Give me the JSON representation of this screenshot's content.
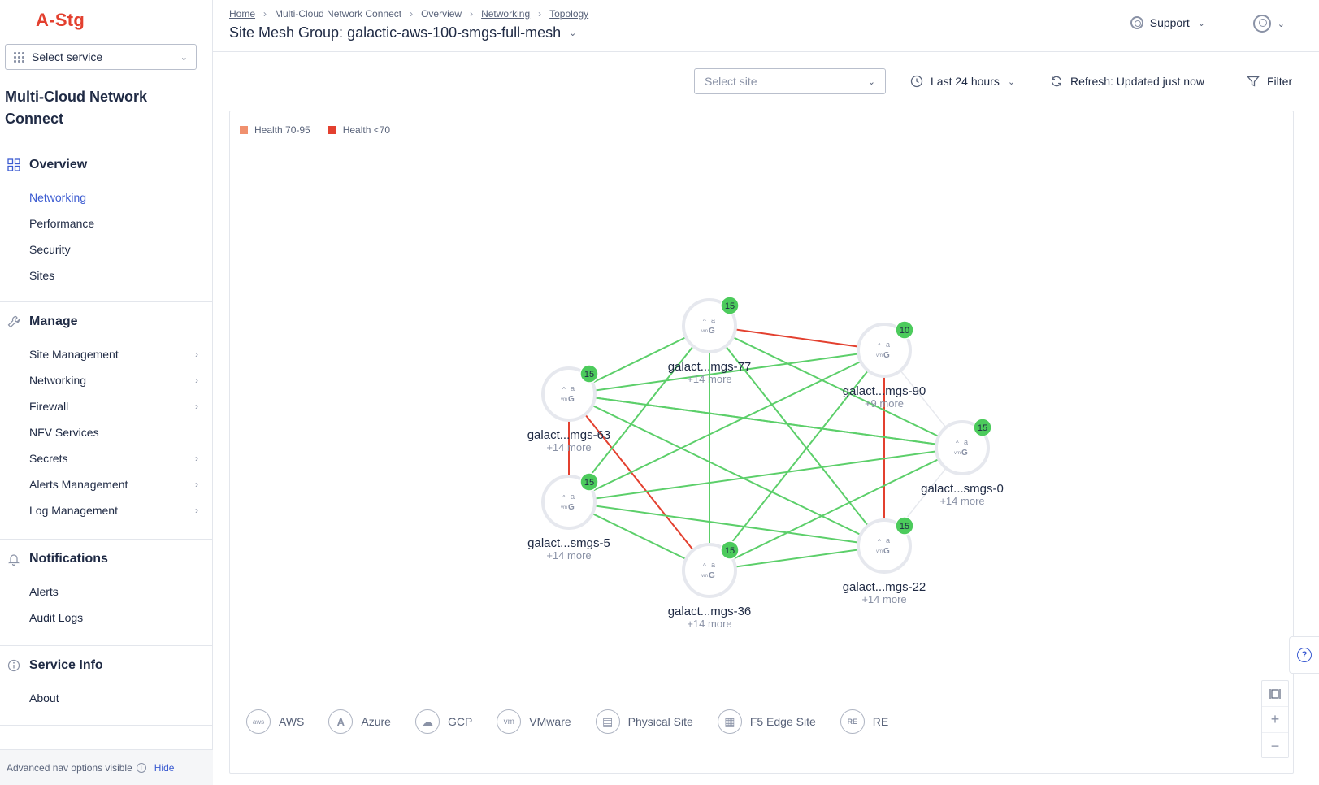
{
  "brand": "A-Stg",
  "sidebar": {
    "select_service": "Select service",
    "workspace_title": "Multi-Cloud Network Connect",
    "sections": [
      {
        "title": "Overview",
        "icon": "grid-icon",
        "items": [
          {
            "label": "Networking",
            "active": true
          },
          {
            "label": "Performance"
          },
          {
            "label": "Security"
          },
          {
            "label": "Sites"
          }
        ]
      },
      {
        "title": "Manage",
        "icon": "wrench-icon",
        "items": [
          {
            "label": "Site Management",
            "arrow": true
          },
          {
            "label": "Networking",
            "arrow": true
          },
          {
            "label": "Firewall",
            "arrow": true
          },
          {
            "label": "NFV Services"
          },
          {
            "label": "Secrets",
            "arrow": true
          },
          {
            "label": "Alerts Management",
            "arrow": true
          },
          {
            "label": "Log Management",
            "arrow": true
          }
        ]
      },
      {
        "title": "Notifications",
        "icon": "bell-icon",
        "items": [
          {
            "label": "Alerts"
          },
          {
            "label": "Audit Logs"
          }
        ]
      },
      {
        "title": "Service Info",
        "icon": "info-icon",
        "items": [
          {
            "label": "About"
          }
        ]
      }
    ],
    "advanced_text": "Advanced nav options visible",
    "hide_label": "Hide"
  },
  "header": {
    "breadcrumbs": [
      "Home",
      "Multi-Cloud Network Connect",
      "Overview",
      "Networking",
      "Topology"
    ],
    "title": "Site Mesh Group: galactic-aws-100-smgs-full-mesh",
    "support": "Support"
  },
  "toolbar": {
    "site_placeholder": "Select site",
    "time_range": "Last 24 hours",
    "refresh": "Refresh: Updated just now",
    "filter": "Filter"
  },
  "legend": [
    {
      "label": "Health 70-95",
      "color": "#f0906e"
    },
    {
      "label": "Health <70",
      "color": "#e3402f"
    }
  ],
  "topology": {
    "nodes": [
      {
        "id": "n77",
        "name": "galact...mgs-77",
        "more": "+14 more",
        "badge": "15"
      },
      {
        "id": "n90",
        "name": "galact...mgs-90",
        "more": "+9 more",
        "badge": "10"
      },
      {
        "id": "n63",
        "name": "galact...mgs-63",
        "more": "+14 more",
        "badge": "15"
      },
      {
        "id": "n0",
        "name": "galact...smgs-0",
        "more": "+14 more",
        "badge": "15"
      },
      {
        "id": "n5",
        "name": "galact...smgs-5",
        "more": "+14 more",
        "badge": "15"
      },
      {
        "id": "n22",
        "name": "galact...mgs-22",
        "more": "+14 more",
        "badge": "15"
      },
      {
        "id": "n36",
        "name": "galact...mgs-36",
        "more": "+14 more",
        "badge": "15"
      }
    ],
    "edges": [
      {
        "a": "n77",
        "b": "n90",
        "status": "bad"
      },
      {
        "a": "n63",
        "b": "n5",
        "status": "bad"
      },
      {
        "a": "n63",
        "b": "n36",
        "status": "bad"
      },
      {
        "a": "n90",
        "b": "n22",
        "status": "bad"
      },
      {
        "a": "n77",
        "b": "n63",
        "status": "good"
      },
      {
        "a": "n77",
        "b": "n5",
        "status": "good"
      },
      {
        "a": "n77",
        "b": "n36",
        "status": "good"
      },
      {
        "a": "n77",
        "b": "n22",
        "status": "good"
      },
      {
        "a": "n77",
        "b": "n0",
        "status": "good"
      },
      {
        "a": "n63",
        "b": "n90",
        "status": "good"
      },
      {
        "a": "n63",
        "b": "n0",
        "status": "good"
      },
      {
        "a": "n63",
        "b": "n22",
        "status": "good"
      },
      {
        "a": "n5",
        "b": "n90",
        "status": "good"
      },
      {
        "a": "n5",
        "b": "n0",
        "status": "good"
      },
      {
        "a": "n5",
        "b": "n22",
        "status": "good"
      },
      {
        "a": "n5",
        "b": "n36",
        "status": "good"
      },
      {
        "a": "n36",
        "b": "n90",
        "status": "good"
      },
      {
        "a": "n36",
        "b": "n0",
        "status": "good"
      },
      {
        "a": "n36",
        "b": "n22",
        "status": "good"
      },
      {
        "a": "n0",
        "b": "n63",
        "status": "good"
      },
      {
        "a": "n90",
        "b": "n0",
        "status": "neutral"
      },
      {
        "a": "n22",
        "b": "n0",
        "status": "neutral"
      }
    ],
    "colors": {
      "good": "#5ccf6a",
      "bad": "#e3402f",
      "neutral": "#e7e9ee",
      "badge": "#4ccb5c",
      "ring": "#e6e8ee"
    }
  },
  "providers": [
    {
      "label": "AWS",
      "icon": "aws-icon",
      "glyph": "aws"
    },
    {
      "label": "Azure",
      "icon": "azure-icon",
      "glyph": "A"
    },
    {
      "label": "GCP",
      "icon": "gcp-icon",
      "glyph": "☁"
    },
    {
      "label": "VMware",
      "icon": "vmware-icon",
      "glyph": "vm"
    },
    {
      "label": "Physical Site",
      "icon": "physical-site-icon",
      "glyph": "▤"
    },
    {
      "label": "F5 Edge Site",
      "icon": "f5-edge-site-icon",
      "glyph": "▦"
    },
    {
      "label": "RE",
      "icon": "re-icon",
      "glyph": "RE"
    }
  ]
}
